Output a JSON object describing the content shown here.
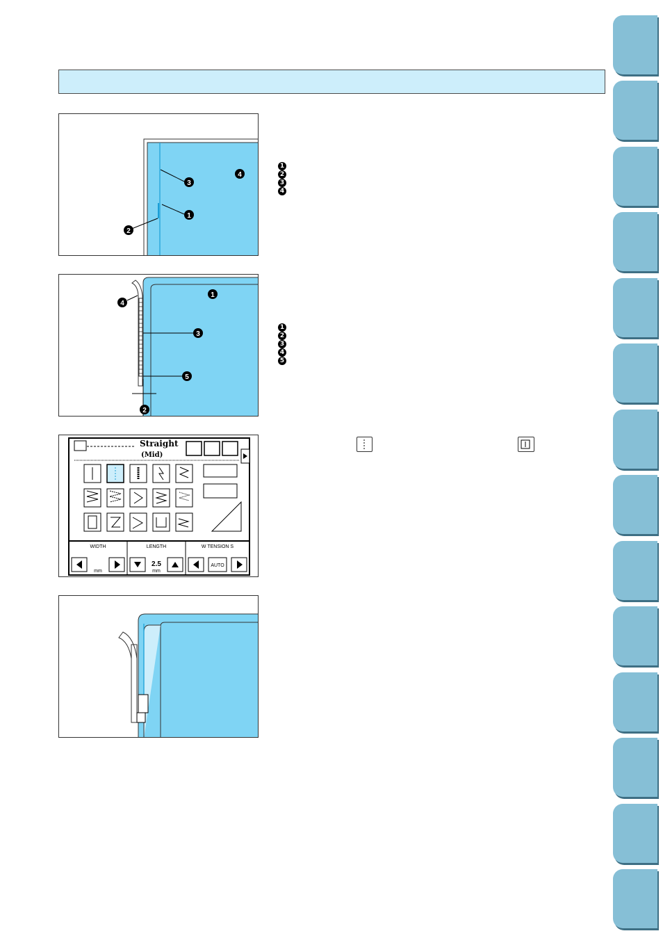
{
  "header": {
    "title": ""
  },
  "figures": {
    "fig1": {
      "callouts": [
        "1",
        "2",
        "3",
        "4"
      ]
    },
    "fig2": {
      "callouts": [
        "1",
        "2",
        "3",
        "4",
        "5"
      ]
    },
    "fig3": {
      "stitch_name": "Straight",
      "stitch_position": "(Mid)",
      "width_label": "WIDTH",
      "length_label": "LENGTH",
      "tension_label": "W    TENSION    S",
      "auto_label": "AUTO",
      "length_value": "2.5",
      "unit": "mm"
    }
  },
  "legend1": [
    "1",
    "2",
    "3",
    "4"
  ],
  "legend2": [
    "1",
    "2",
    "3",
    "4",
    "5"
  ],
  "tabs": {
    "count": 14
  },
  "colors": {
    "fabric": "#7fd4f4",
    "header": "#cdeefb",
    "tab": "#86bfd6"
  }
}
